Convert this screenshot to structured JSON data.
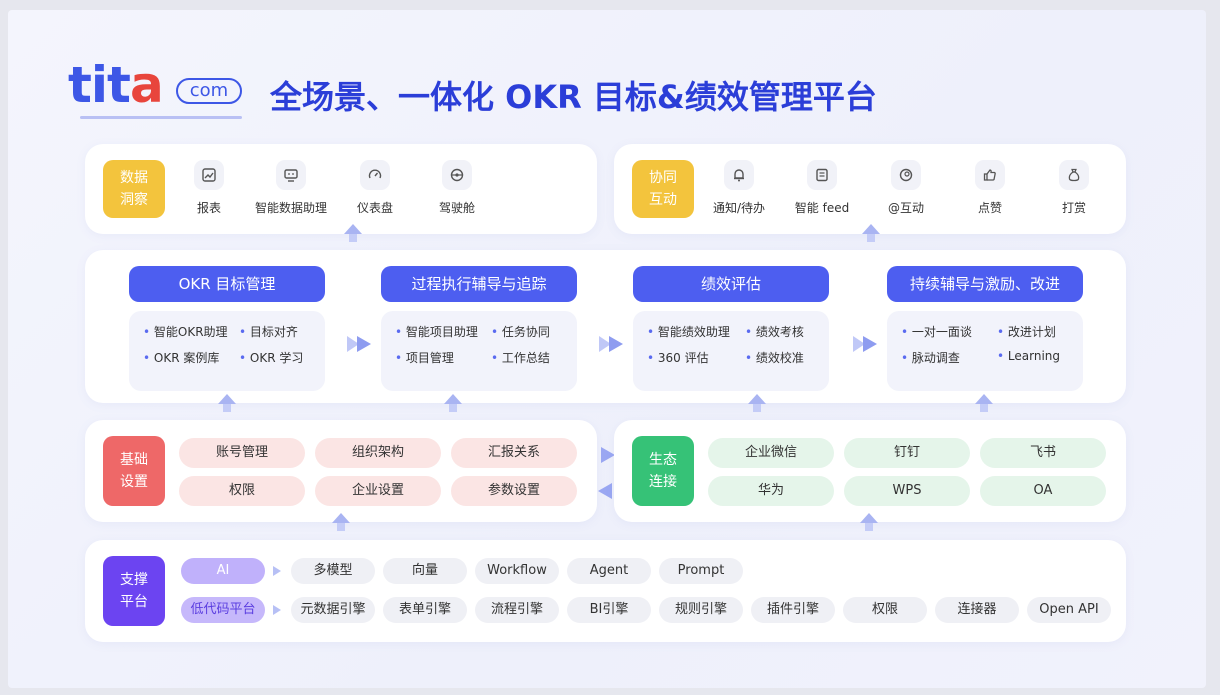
{
  "header": {
    "logo_tita_1": "tit",
    "logo_tita_2": "a",
    "logo_domain": "com",
    "title": "全场景、一体化 OKR 目标&绩效管理平台"
  },
  "data_insight": {
    "tag": "数据\n洞察",
    "items": [
      {
        "label": "报表",
        "icon": "report-chart-icon"
      },
      {
        "label": "智能数据助理",
        "icon": "monitor-icon"
      },
      {
        "label": "仪表盘",
        "icon": "gauge-icon"
      },
      {
        "label": "驾驶舱",
        "icon": "cockpit-icon"
      }
    ]
  },
  "collaboration": {
    "tag": "协同\n互动",
    "items": [
      {
        "label": "通知/待办",
        "icon": "bell-icon"
      },
      {
        "label": "智能 feed",
        "icon": "feed-icon"
      },
      {
        "label": "@互动",
        "icon": "mention-icon"
      },
      {
        "label": "点赞",
        "icon": "thumbs-up-icon"
      },
      {
        "label": "打赏",
        "icon": "money-bag-icon"
      }
    ]
  },
  "process": [
    {
      "title": "OKR 目标管理",
      "items": [
        "智能OKR助理",
        "目标对齐",
        "OKR 案例库",
        "OKR 学习"
      ]
    },
    {
      "title": "过程执行辅导与追踪",
      "items": [
        "智能项目助理",
        "任务协同",
        "项目管理",
        "工作总结"
      ]
    },
    {
      "title": "绩效评估",
      "items": [
        "智能绩效助理",
        "绩效考核",
        "360 评估",
        "绩效校准"
      ]
    },
    {
      "title": "持续辅导与激励、改进",
      "items": [
        "一对一面谈",
        "改进计划",
        "脉动调查",
        "Learning"
      ]
    }
  ],
  "basic_settings": {
    "tag": "基础\n设置",
    "items": [
      "账号管理",
      "组织架构",
      "汇报关系",
      "权限",
      "企业设置",
      "参数设置"
    ]
  },
  "ecosystem": {
    "tag": "生态\n连接",
    "items": [
      "企业微信",
      "钉钉",
      "飞书",
      "华为",
      "WPS",
      "OA"
    ]
  },
  "support": {
    "tag": "支撑\n平台",
    "ai_label": "AI",
    "ai_items": [
      "多模型",
      "向量",
      "Workflow",
      "Agent",
      "Prompt"
    ],
    "lowcode_label": "低代码平台",
    "lowcode_items": [
      "元数据引擎",
      "表单引擎",
      "流程引擎",
      "BI引擎",
      "规则引擎",
      "插件引擎",
      "权限",
      "连接器",
      "Open API"
    ]
  },
  "colors": {
    "primary": "#4d5ef0",
    "title": "#2b3ed8",
    "yellow": "#f3c43d",
    "red": "#ee6868",
    "green": "#36c277",
    "purple": "#6c44f1"
  }
}
